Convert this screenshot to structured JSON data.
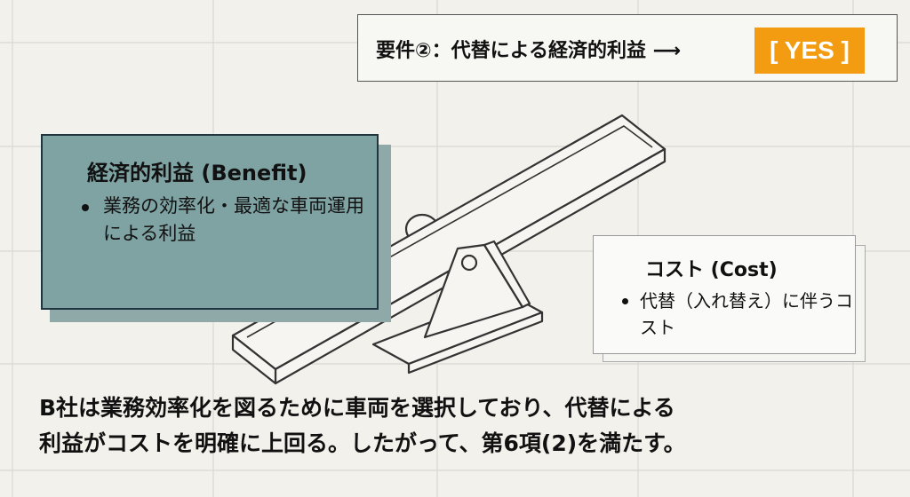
{
  "requirement": {
    "label": "要件②：代替による経済的利益 ⟶",
    "result": "[ YES ]",
    "result_color": "#f39c12"
  },
  "benefit": {
    "title": "経済的利益 (Benefit)",
    "bullet": "業務の効率化・最適な車両運用による利益"
  },
  "cost": {
    "title": "コスト (Cost)",
    "bullet": "代替（入れ替え）に伴うコスト"
  },
  "conclusion": {
    "line1": "B社は業務効率化を図るために車両を選択しており、代替による",
    "line2": "利益がコストを明確に上回る。したがって、第6項(2)を満たす。"
  }
}
